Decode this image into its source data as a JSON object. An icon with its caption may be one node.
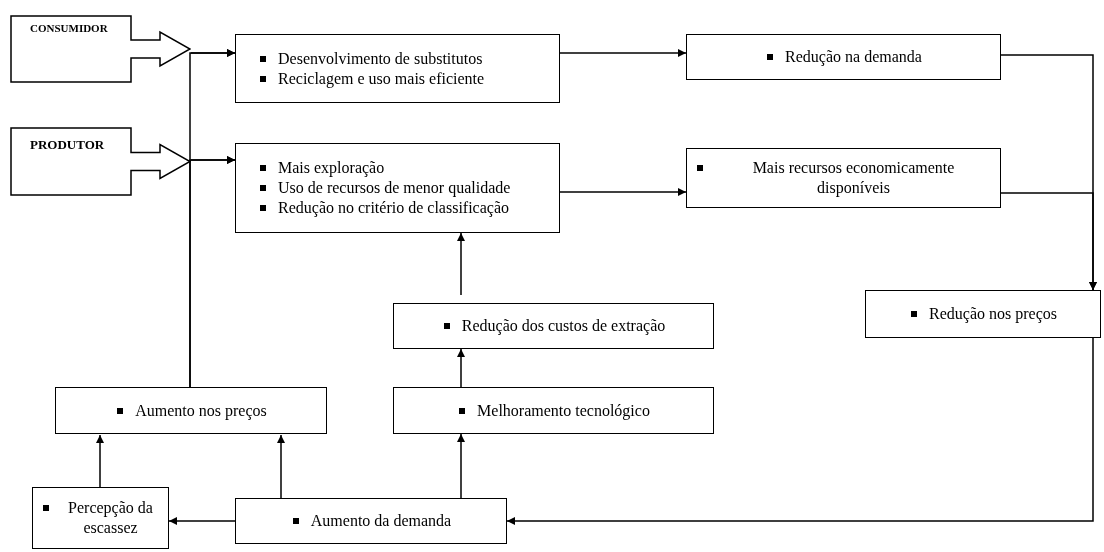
{
  "diagram": {
    "nodes": [
      {
        "text": [
          "CONSUMIDOR"
        ]
      },
      {
        "text": [
          "PRODUTOR"
        ]
      },
      {
        "text": [
          "Desenvolvimento de substitutos",
          "Reciclagem e uso mais eficiente"
        ]
      },
      {
        "text": [
          "Mais exploração",
          "Uso de recursos de menor qualidade",
          "Redução no critério de classificação"
        ]
      },
      {
        "text": [
          "Redução na demanda"
        ]
      },
      {
        "text": [
          "Mais recursos economicamente disponíveis"
        ]
      },
      {
        "text": [
          "Redução nos preços"
        ]
      },
      {
        "text": [
          "Redução dos custos de extração"
        ]
      },
      {
        "text": [
          "Aumento nos preços"
        ]
      },
      {
        "text": [
          "Melhoramento tecnológico"
        ]
      },
      {
        "text": [
          "Percepção da escassez"
        ]
      },
      {
        "text": [
          "Aumento da demanda"
        ]
      }
    ],
    "edges": [
      {
        "from": 0,
        "to": 2,
        "arrow": "to"
      },
      {
        "from": 1,
        "to": 3,
        "arrow": "to"
      },
      {
        "from": 8,
        "to": 2,
        "arrow": "to"
      },
      {
        "from": 8,
        "to": 3,
        "arrow": "to"
      },
      {
        "from": 2,
        "to": 4,
        "arrow": "to"
      },
      {
        "from": 3,
        "to": 5,
        "arrow": "to"
      },
      {
        "from": 4,
        "to": 6,
        "arrow": "to"
      },
      {
        "from": 5,
        "to": 6,
        "arrow": "to"
      },
      {
        "from": 6,
        "to": 11,
        "arrow": "to"
      },
      {
        "from": 11,
        "to": 10,
        "arrow": "to"
      },
      {
        "from": 10,
        "to": 8,
        "arrow": "to"
      },
      {
        "from": 11,
        "to": 8,
        "arrow": "to"
      },
      {
        "from": 11,
        "to": 9,
        "arrow": "to"
      },
      {
        "from": 9,
        "to": 7,
        "arrow": "to"
      },
      {
        "from": 7,
        "to": 3,
        "arrow": "to"
      }
    ]
  }
}
